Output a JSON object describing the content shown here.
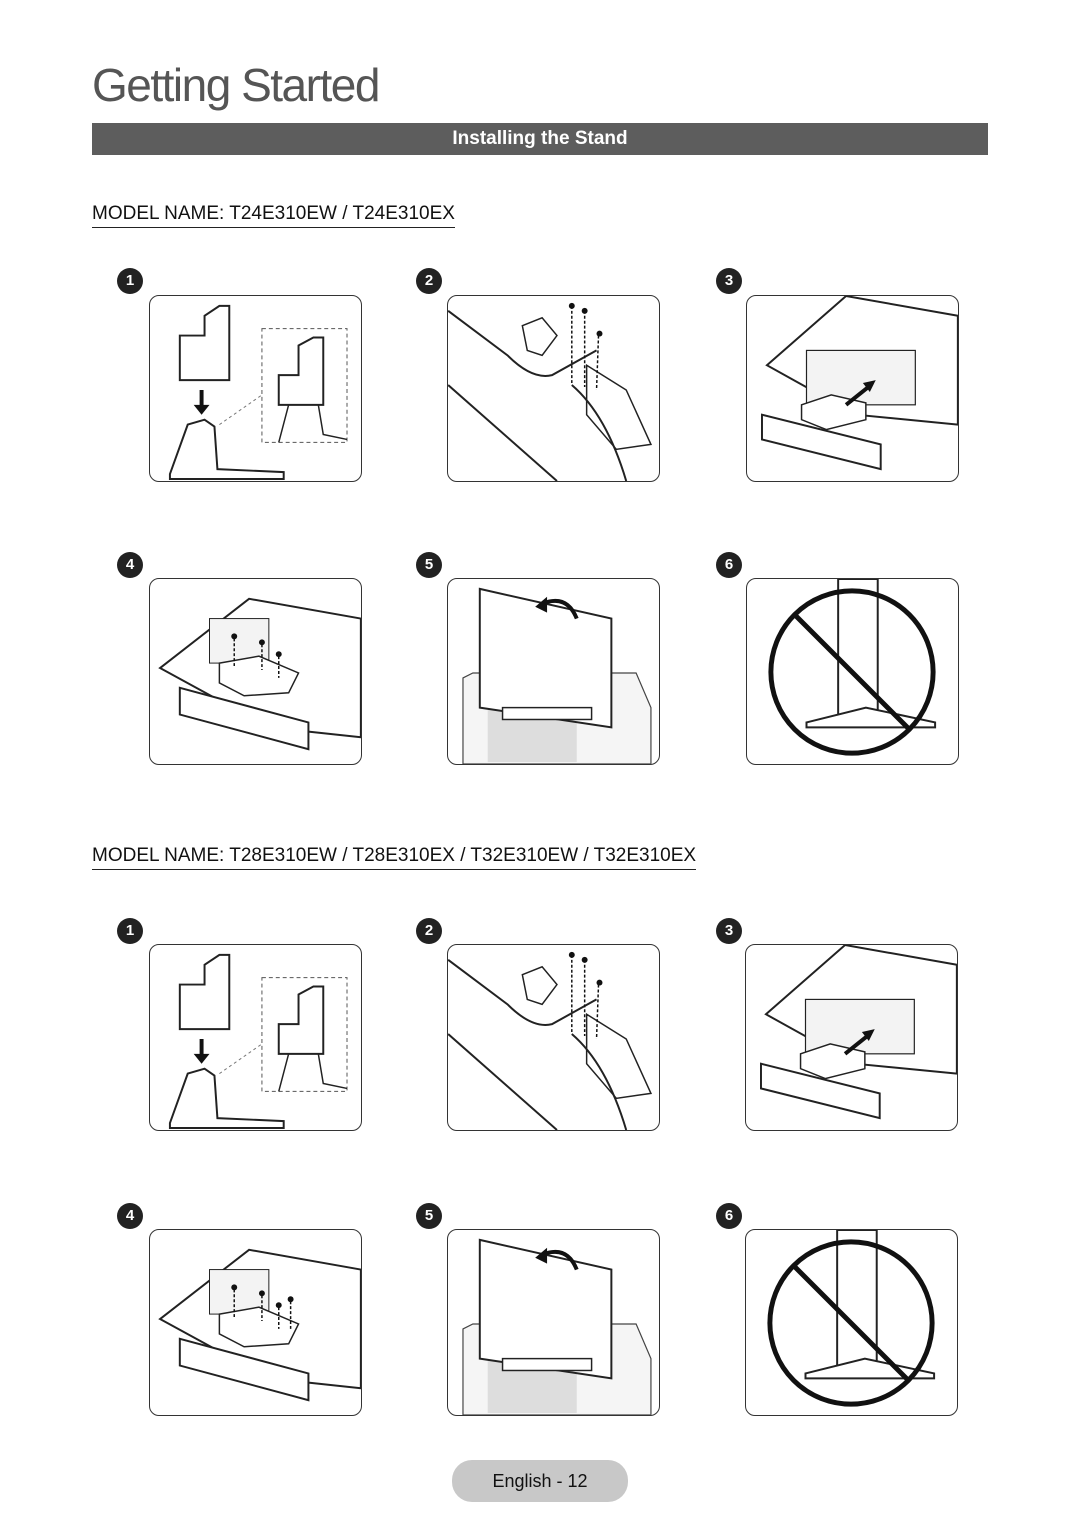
{
  "page": {
    "title": "Getting Started",
    "section_title": "Installing the Stand",
    "footer": "English - 12"
  },
  "groups": [
    {
      "model_heading": "MODEL NAME: T24E310EW / T24E310EX",
      "steps": [
        "1",
        "2",
        "3",
        "4",
        "5",
        "6"
      ]
    },
    {
      "model_heading": "MODEL NAME: T28E310EW / T28E310EX / T32E310EW / T32E310EX",
      "steps": [
        "1",
        "2",
        "3",
        "4",
        "5",
        "6"
      ]
    }
  ],
  "illustrations": [
    "attach-stand-neck-to-base",
    "screw-neck-to-base",
    "slide-stand-into-tv-back",
    "screw-stand-to-tv",
    "lift-tv-upright",
    "do-not-place-tv-this-way"
  ],
  "colors": {
    "section_bar": "#5d5d5d",
    "footer_badge": "#c8c8c8"
  }
}
